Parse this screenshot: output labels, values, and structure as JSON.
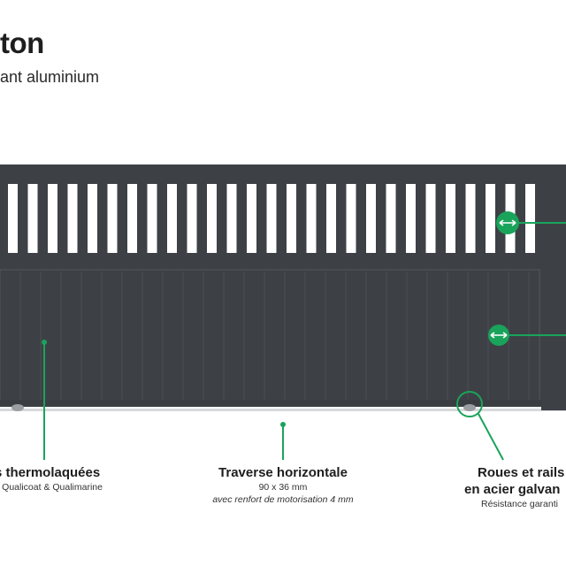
{
  "header": {
    "title": "ton",
    "subtitle": "ant aluminium"
  },
  "callouts": {
    "left": {
      "title": "s thermolaquées",
      "line1": "s Qualicoat & Qualimarine"
    },
    "center": {
      "title": "Traverse horizontale",
      "line1": "90 x 36 mm",
      "line2": "avec renfort de motorisation 4 mm"
    },
    "right": {
      "title_line1": "Roues et rails",
      "title_line2": "en acier galvan",
      "line1": "Résistance garanti"
    }
  },
  "colors": {
    "gate": "#3d4146",
    "accent": "#1aa35a",
    "background": "#ffffff"
  },
  "icons": {
    "gap_marker_top": "double-arrow-icon",
    "gap_marker_mid": "double-arrow-icon",
    "wheel_marker": "circle-outline-icon",
    "leader_dots": "dot-icon"
  }
}
